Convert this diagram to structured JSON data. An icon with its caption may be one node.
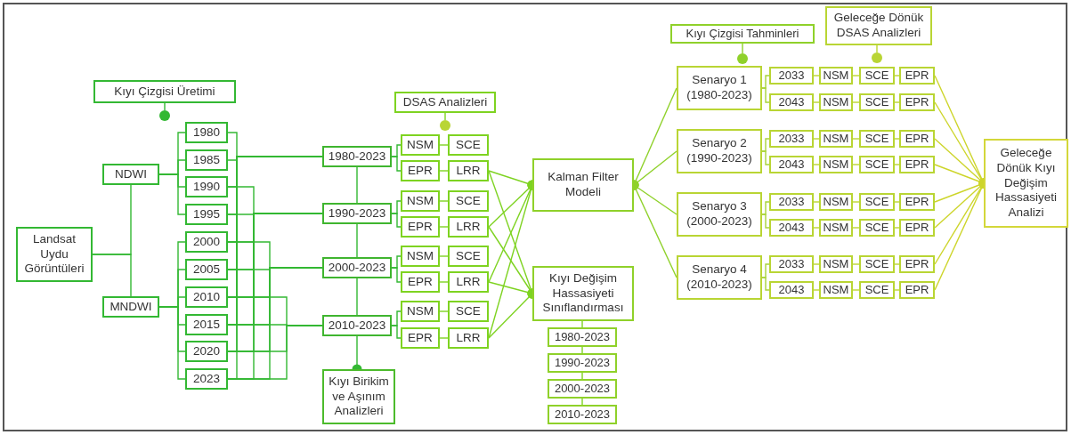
{
  "diagram": {
    "nodes": [
      {
        "text": [
          "Kıyı Çizgisi Üretimi"
        ]
      },
      {
        "text": [],
        "shape": "circle"
      },
      {
        "text": [
          "Landsat Uydu Görüntüleri"
        ]
      },
      {
        "text": [
          "NDWI"
        ]
      },
      {
        "text": [
          "MNDWI"
        ]
      },
      {
        "text": [
          "1980"
        ]
      },
      {
        "text": [
          "1985"
        ]
      },
      {
        "text": [
          "1990"
        ]
      },
      {
        "text": [
          "1995"
        ]
      },
      {
        "text": [
          "2000"
        ]
      },
      {
        "text": [
          "2005"
        ]
      },
      {
        "text": [
          "2010"
        ]
      },
      {
        "text": [
          "2015"
        ]
      },
      {
        "text": [
          "2020"
        ]
      },
      {
        "text": [
          "2023"
        ]
      },
      {
        "text": [
          "DSAS Analizleri"
        ]
      },
      {
        "text": [],
        "shape": "circle"
      },
      {
        "text": [
          "1980-2023"
        ]
      },
      {
        "text": [
          "1990-2023"
        ]
      },
      {
        "text": [
          "2000-2023"
        ]
      },
      {
        "text": [
          "2010-2023"
        ]
      },
      {
        "text": [
          "NSM"
        ]
      },
      {
        "text": [
          "SCE"
        ]
      },
      {
        "text": [
          "EPR"
        ]
      },
      {
        "text": [
          "LRR"
        ]
      },
      {
        "text": [
          "NSM"
        ]
      },
      {
        "text": [
          "SCE"
        ]
      },
      {
        "text": [
          "EPR"
        ]
      },
      {
        "text": [
          "LRR"
        ]
      },
      {
        "text": [
          "NSM"
        ]
      },
      {
        "text": [
          "SCE"
        ]
      },
      {
        "text": [
          "EPR"
        ]
      },
      {
        "text": [
          "LRR"
        ]
      },
      {
        "text": [
          "NSM"
        ]
      },
      {
        "text": [
          "SCE"
        ]
      },
      {
        "text": [
          "EPR"
        ]
      },
      {
        "text": [
          "LRR"
        ]
      },
      {
        "text": [
          "Kıyı Birikim ve Aşınım Analizleri"
        ]
      },
      {
        "text": [
          "Kalman Filter Modeli"
        ]
      },
      {
        "text": [
          "Kıyı Değişim Hassasiyeti Sınıflandırması"
        ]
      },
      {
        "text": [
          "1980-2023"
        ]
      },
      {
        "text": [
          "1990-2023"
        ]
      },
      {
        "text": [
          "2000-2023"
        ]
      },
      {
        "text": [
          "2010-2023"
        ]
      },
      {
        "text": [
          "Kıyı Çizgisi Tahminleri"
        ]
      },
      {
        "text": [],
        "shape": "circle"
      },
      {
        "text": [
          "Geleceğe Dönük DSAS Analizleri"
        ]
      },
      {
        "text": [],
        "shape": "circle"
      },
      {
        "text": [
          "Senaryo 1 (1980-2023)"
        ]
      },
      {
        "text": [
          "Senaryo 2 (1990-2023)"
        ]
      },
      {
        "text": [
          "Senaryo 3 (2000-2023)"
        ]
      },
      {
        "text": [
          "Senaryo 4 (2010-2023)"
        ]
      },
      {
        "text": [
          "2033"
        ]
      },
      {
        "text": [
          "NSM"
        ]
      },
      {
        "text": [
          "SCE"
        ]
      },
      {
        "text": [
          "EPR"
        ]
      },
      {
        "text": [
          "2043"
        ]
      },
      {
        "text": [
          "NSM"
        ]
      },
      {
        "text": [
          "SCE"
        ]
      },
      {
        "text": [
          "EPR"
        ]
      },
      {
        "text": [
          "2033"
        ]
      },
      {
        "text": [
          "NSM"
        ]
      },
      {
        "text": [
          "SCE"
        ]
      },
      {
        "text": [
          "EPR"
        ]
      },
      {
        "text": [
          "2043"
        ]
      },
      {
        "text": [
          "NSM"
        ]
      },
      {
        "text": [
          "SCE"
        ]
      },
      {
        "text": [
          "EPR"
        ]
      },
      {
        "text": [
          "2033"
        ]
      },
      {
        "text": [
          "NSM"
        ]
      },
      {
        "text": [
          "SCE"
        ]
      },
      {
        "text": [
          "EPR"
        ]
      },
      {
        "text": [
          "2043"
        ]
      },
      {
        "text": [
          "NSM"
        ]
      },
      {
        "text": [
          "SCE"
        ]
      },
      {
        "text": [
          "EPR"
        ]
      },
      {
        "text": [
          "2033"
        ]
      },
      {
        "text": [
          "NSM"
        ]
      },
      {
        "text": [
          "SCE"
        ]
      },
      {
        "text": [
          "EPR"
        ]
      },
      {
        "text": [
          "2043"
        ]
      },
      {
        "text": [
          "NSM"
        ]
      },
      {
        "text": [
          "SCE"
        ]
      },
      {
        "text": [
          "EPR"
        ]
      },
      {
        "text": [
          "Geleceğe Dönük Kıyı Değişim Hassasiyeti Analizi"
        ]
      }
    ],
    "edges": [
      {
        "from": 0,
        "to": 1,
        "arrow": "none"
      },
      {
        "from": 2,
        "to": 3,
        "arrow": "none"
      },
      {
        "from": 2,
        "to": 4,
        "arrow": "none"
      },
      {
        "from": 3,
        "to": 5,
        "arrow": "none"
      },
      {
        "from": 3,
        "to": 6,
        "arrow": "none"
      },
      {
        "from": 3,
        "to": 7,
        "arrow": "none"
      },
      {
        "from": 3,
        "to": 8,
        "arrow": "none"
      },
      {
        "from": 4,
        "to": 9,
        "arrow": "none"
      },
      {
        "from": 4,
        "to": 10,
        "arrow": "none"
      },
      {
        "from": 4,
        "to": 11,
        "arrow": "none"
      },
      {
        "from": 4,
        "to": 12,
        "arrow": "none"
      },
      {
        "from": 4,
        "to": 13,
        "arrow": "none"
      },
      {
        "from": 4,
        "to": 14,
        "arrow": "none"
      },
      {
        "from": 5,
        "to": 17,
        "arrow": "none"
      },
      {
        "from": 6,
        "to": 17,
        "arrow": "none"
      },
      {
        "from": 7,
        "to": 17,
        "arrow": "none"
      },
      {
        "from": 8,
        "to": 17,
        "arrow": "none"
      },
      {
        "from": 9,
        "to": 17,
        "arrow": "none"
      },
      {
        "from": 10,
        "to": 17,
        "arrow": "none"
      },
      {
        "from": 11,
        "to": 17,
        "arrow": "none"
      },
      {
        "from": 12,
        "to": 17,
        "arrow": "none"
      },
      {
        "from": 13,
        "to": 17,
        "arrow": "none"
      },
      {
        "from": 14,
        "to": 17,
        "arrow": "none"
      },
      {
        "from": 7,
        "to": 18,
        "arrow": "none"
      },
      {
        "from": 8,
        "to": 18,
        "arrow": "none"
      },
      {
        "from": 9,
        "to": 18,
        "arrow": "none"
      },
      {
        "from": 10,
        "to": 18,
        "arrow": "none"
      },
      {
        "from": 11,
        "to": 18,
        "arrow": "none"
      },
      {
        "from": 12,
        "to": 18,
        "arrow": "none"
      },
      {
        "from": 13,
        "to": 18,
        "arrow": "none"
      },
      {
        "from": 14,
        "to": 18,
        "arrow": "none"
      },
      {
        "from": 9,
        "to": 19,
        "arrow": "none"
      },
      {
        "from": 10,
        "to": 19,
        "arrow": "none"
      },
      {
        "from": 11,
        "to": 19,
        "arrow": "none"
      },
      {
        "from": 12,
        "to": 19,
        "arrow": "none"
      },
      {
        "from": 13,
        "to": 19,
        "arrow": "none"
      },
      {
        "from": 14,
        "to": 19,
        "arrow": "none"
      },
      {
        "from": 11,
        "to": 20,
        "arrow": "none"
      },
      {
        "from": 12,
        "to": 20,
        "arrow": "none"
      },
      {
        "from": 13,
        "to": 20,
        "arrow": "none"
      },
      {
        "from": 14,
        "to": 20,
        "arrow": "none"
      },
      {
        "from": 15,
        "to": 16,
        "arrow": "none",
        "color": "#7ed321"
      },
      {
        "from": 17,
        "to": 18,
        "arrow": "none"
      },
      {
        "from": 18,
        "to": 19,
        "arrow": "none"
      },
      {
        "from": 19,
        "to": 20,
        "arrow": "none"
      },
      {
        "from": 20,
        "to": 37,
        "arrow": "other"
      },
      {
        "from": 17,
        "to": 21,
        "arrow": "none"
      },
      {
        "from": 17,
        "to": 23,
        "arrow": "none"
      },
      {
        "from": 18,
        "to": 25,
        "arrow": "none"
      },
      {
        "from": 18,
        "to": 27,
        "arrow": "none"
      },
      {
        "from": 19,
        "to": 29,
        "arrow": "none"
      },
      {
        "from": 19,
        "to": 31,
        "arrow": "none"
      },
      {
        "from": 20,
        "to": 33,
        "arrow": "none"
      },
      {
        "from": 20,
        "to": 35,
        "arrow": "none"
      },
      {
        "from": 21,
        "to": 22,
        "arrow": "none",
        "color": "#7ed321"
      },
      {
        "from": 23,
        "to": 24,
        "arrow": "none",
        "color": "#7ed321"
      },
      {
        "from": 25,
        "to": 26,
        "arrow": "none",
        "color": "#7ed321"
      },
      {
        "from": 27,
        "to": 28,
        "arrow": "none",
        "color": "#7ed321"
      },
      {
        "from": 29,
        "to": 30,
        "arrow": "none",
        "color": "#7ed321"
      },
      {
        "from": 31,
        "to": 32,
        "arrow": "none",
        "color": "#7ed321"
      },
      {
        "from": 33,
        "to": 34,
        "arrow": "none",
        "color": "#7ed321"
      },
      {
        "from": 35,
        "to": 36,
        "arrow": "none",
        "color": "#7ed321"
      },
      {
        "from": 24,
        "to": 38,
        "arrow": "other",
        "color": "#7ed321"
      },
      {
        "from": 24,
        "to": 39,
        "arrow": "other",
        "color": "#7ed321"
      },
      {
        "from": 28,
        "to": 38,
        "arrow": "other",
        "color": "#7ed321"
      },
      {
        "from": 28,
        "to": 39,
        "arrow": "other",
        "color": "#7ed321"
      },
      {
        "from": 32,
        "to": 38,
        "arrow": "other",
        "color": "#7ed321"
      },
      {
        "from": 32,
        "to": 39,
        "arrow": "other",
        "color": "#7ed321"
      },
      {
        "from": 36,
        "to": 38,
        "arrow": "other",
        "color": "#7ed321"
      },
      {
        "from": 36,
        "to": 39,
        "arrow": "other",
        "color": "#7ed321"
      },
      {
        "from": 39,
        "to": 40,
        "arrow": "none",
        "color": "#7ed321"
      },
      {
        "from": 40,
        "to": 41,
        "arrow": "none",
        "color": "#7ed321"
      },
      {
        "from": 41,
        "to": 42,
        "arrow": "none",
        "color": "#7ed321"
      },
      {
        "from": 42,
        "to": 43,
        "arrow": "none",
        "color": "#7ed321"
      },
      {
        "from": 44,
        "to": 45,
        "arrow": "none",
        "color": "#8fd12a"
      },
      {
        "from": 46,
        "to": 47,
        "arrow": "none",
        "color": "#bcd62e"
      },
      {
        "from": 48,
        "to": 38,
        "arrow": "other",
        "color": "#8fd12a"
      },
      {
        "from": 49,
        "to": 38,
        "arrow": "other",
        "color": "#8fd12a"
      },
      {
        "from": 50,
        "to": 38,
        "arrow": "other",
        "color": "#8fd12a"
      },
      {
        "from": 51,
        "to": 38,
        "arrow": "other",
        "color": "#8fd12a"
      },
      {
        "from": 48,
        "to": 52,
        "arrow": "none",
        "color": "#a8d43a"
      },
      {
        "from": 48,
        "to": 56,
        "arrow": "none",
        "color": "#a8d43a"
      },
      {
        "from": 49,
        "to": 60,
        "arrow": "none",
        "color": "#a8d43a"
      },
      {
        "from": 49,
        "to": 64,
        "arrow": "none",
        "color": "#a8d43a"
      },
      {
        "from": 50,
        "to": 68,
        "arrow": "none",
        "color": "#a8d43a"
      },
      {
        "from": 50,
        "to": 72,
        "arrow": "none",
        "color": "#a8d43a"
      },
      {
        "from": 51,
        "to": 76,
        "arrow": "none",
        "color": "#a8d43a"
      },
      {
        "from": 51,
        "to": 80,
        "arrow": "none",
        "color": "#a8d43a"
      },
      {
        "from": 52,
        "to": 53,
        "arrow": "none",
        "color": "#bcd62e"
      },
      {
        "from": 53,
        "to": 54,
        "arrow": "none",
        "color": "#bcd62e"
      },
      {
        "from": 54,
        "to": 55,
        "arrow": "none",
        "color": "#bcd62e"
      },
      {
        "from": 56,
        "to": 57,
        "arrow": "none",
        "color": "#bcd62e"
      },
      {
        "from": 57,
        "to": 58,
        "arrow": "none",
        "color": "#bcd62e"
      },
      {
        "from": 58,
        "to": 59,
        "arrow": "none",
        "color": "#bcd62e"
      },
      {
        "from": 60,
        "to": 61,
        "arrow": "none",
        "color": "#bcd62e"
      },
      {
        "from": 61,
        "to": 62,
        "arrow": "none",
        "color": "#bcd62e"
      },
      {
        "from": 62,
        "to": 63,
        "arrow": "none",
        "color": "#bcd62e"
      },
      {
        "from": 64,
        "to": 65,
        "arrow": "none",
        "color": "#bcd62e"
      },
      {
        "from": 65,
        "to": 66,
        "arrow": "none",
        "color": "#bcd62e"
      },
      {
        "from": 66,
        "to": 67,
        "arrow": "none",
        "color": "#bcd62e"
      },
      {
        "from": 68,
        "to": 69,
        "arrow": "none",
        "color": "#bcd62e"
      },
      {
        "from": 69,
        "to": 70,
        "arrow": "none",
        "color": "#bcd62e"
      },
      {
        "from": 70,
        "to": 71,
        "arrow": "none",
        "color": "#bcd62e"
      },
      {
        "from": 72,
        "to": 73,
        "arrow": "none",
        "color": "#bcd62e"
      },
      {
        "from": 73,
        "to": 74,
        "arrow": "none",
        "color": "#bcd62e"
      },
      {
        "from": 74,
        "to": 75,
        "arrow": "none",
        "color": "#bcd62e"
      },
      {
        "from": 76,
        "to": 77,
        "arrow": "none",
        "color": "#bcd62e"
      },
      {
        "from": 77,
        "to": 78,
        "arrow": "none",
        "color": "#bcd62e"
      },
      {
        "from": 78,
        "to": 79,
        "arrow": "none",
        "color": "#bcd62e"
      },
      {
        "from": 80,
        "to": 81,
        "arrow": "none",
        "color": "#bcd62e"
      },
      {
        "from": 81,
        "to": 82,
        "arrow": "none",
        "color": "#bcd62e"
      },
      {
        "from": 82,
        "to": 83,
        "arrow": "none",
        "color": "#bcd62e"
      },
      {
        "from": 55,
        "to": 84,
        "arrow": "other",
        "color": "#cdd52a"
      },
      {
        "from": 59,
        "to": 84,
        "arrow": "other",
        "color": "#cdd52a"
      },
      {
        "from": 63,
        "to": 84,
        "arrow": "other",
        "color": "#cdd52a"
      },
      {
        "from": 67,
        "to": 84,
        "arrow": "other",
        "color": "#cdd52a"
      },
      {
        "from": 71,
        "to": 84,
        "arrow": "other",
        "color": "#cdd52a"
      },
      {
        "from": 75,
        "to": 84,
        "arrow": "other",
        "color": "#cdd52a"
      },
      {
        "from": 79,
        "to": 84,
        "arrow": "other",
        "color": "#cdd52a"
      },
      {
        "from": 83,
        "to": 84,
        "arrow": "other",
        "color": "#cdd52a"
      }
    ]
  }
}
